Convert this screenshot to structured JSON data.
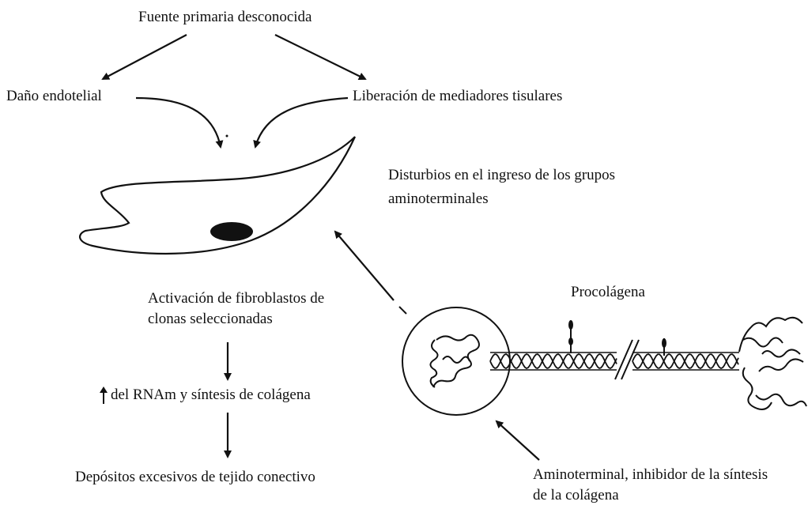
{
  "labels": {
    "source": "Fuente primaria desconocida",
    "endothelial": "Daño endotelial",
    "mediators": "Liberación de mediadores tisulares",
    "disturbances": "Disturbios en el ingreso de los grupos aminoterminales",
    "activation": "Activación de fibroblastos de clonas seleccionadas",
    "rna_up_icon": "up-arrow-icon",
    "rna": "del RNAm y síntesis de colágena",
    "deposits": "Depósitos excesivos de tejido conectivo",
    "procollagen": "Procolágena",
    "aminoterminal": "Aminoterminal, inhibidor de la síntesis de la colágena"
  },
  "colors": {
    "ink": "#111111",
    "background": "#ffffff"
  }
}
